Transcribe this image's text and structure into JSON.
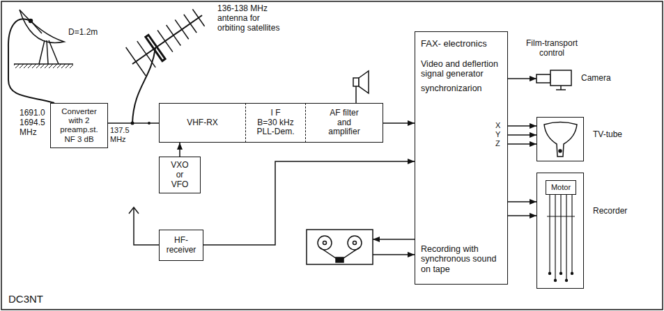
{
  "diagram": {
    "nodes": [
      {
        "text": [
          "Converter with 2 preamp.st. NF 3 dB"
        ]
      },
      {
        "text": [
          "VHF-RX"
        ]
      },
      {
        "text": [
          "I F",
          "B=30 kHz",
          "PLL-Dem."
        ]
      },
      {
        "text": [
          "AF filter and amplifier"
        ]
      },
      {
        "text": [
          "VXO or VFO"
        ]
      },
      {
        "text": [
          "HF- receiver"
        ]
      },
      {
        "text": [
          "FAX- electronics",
          "Video and deflertion signal generator",
          "synchronizarion",
          "Recording with synchronous sound on tape"
        ]
      },
      {
        "text": [
          "Camera"
        ]
      },
      {
        "text": [
          "TV-tube"
        ]
      },
      {
        "text": [
          "Recorder"
        ]
      },
      {
        "text": [
          "Motor"
        ],
        "in": 9
      }
    ],
    "edges": [
      {
        "from": 0,
        "to": 1,
        "arrow": "none"
      },
      {
        "from": 3,
        "to": 6,
        "arrow": "to"
      },
      {
        "from": 4,
        "to": 1,
        "arrow": "to"
      },
      {
        "from": 5,
        "to": 6,
        "arrow": "to"
      },
      {
        "from": 6,
        "to": 7,
        "arrow": "to"
      },
      {
        "from": 6,
        "to": 8,
        "arrow": "to"
      },
      {
        "from": 6,
        "to": 8,
        "arrow": "to"
      },
      {
        "from": 6,
        "to": 8,
        "arrow": "to"
      },
      {
        "from": 6,
        "to": 9,
        "arrow": "to"
      },
      {
        "from": 6,
        "to": 9,
        "arrow": "to"
      }
    ],
    "labels": [
      "D=1.2m",
      "136-138 MHz antenna for orbiting satellites",
      "1691.0 1694.5 MHz",
      "137.5 MHz",
      "Film-transport control",
      "X",
      "Y",
      "Z",
      "DC3NT"
    ]
  }
}
